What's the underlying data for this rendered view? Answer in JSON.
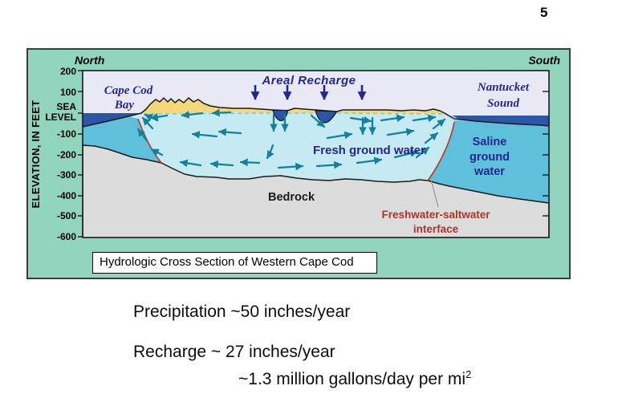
{
  "page": {
    "number": "5"
  },
  "diagram": {
    "north": "North",
    "south": "South",
    "axis": {
      "title": "ELEVATION, IN FEET",
      "ticks": [
        "200",
        "100",
        "-100",
        "-200",
        "-300",
        "-400",
        "-500",
        "-600"
      ],
      "sea_level": [
        "SEA",
        "LEVEL"
      ]
    },
    "labels": {
      "cape_cod_bay_1": "Cape Cod",
      "cape_cod_bay_2": "Bay",
      "nantucket_sound_1": "Nantucket",
      "nantucket_sound_2": "Sound",
      "areal_recharge": "Areal Recharge",
      "fresh_ground_water": "Fresh ground water",
      "saline_1": "Saline",
      "saline_2": "ground",
      "saline_3": "water",
      "bedrock": "Bedrock",
      "interface_1": "Freshwater-saltwater",
      "interface_2": "interface"
    },
    "caption": "Hydrologic Cross Section of Western Cape Cod",
    "colors": {
      "frame": "#92d5be",
      "sky": "#e9e9f5",
      "sea_water": "#2b56a8",
      "fresh_groundwater": "#c5eaf2",
      "saline_groundwater": "#5fc0db",
      "sand": "#f6d77b",
      "bedrock": "#dcdcdc",
      "interface_line": "#c23b22",
      "flow_arrow": "#147f9f",
      "navy_label": "#26268f",
      "interface_label": "#b03224",
      "water_table_dash": "#6fd0da"
    }
  },
  "notes": {
    "precipitation": "Precipitation ~50 inches/year",
    "recharge": "Recharge ~ 27 inches/year",
    "rate_prefix": "~1.3 million gallons/day per mi",
    "rate_sup": "2"
  }
}
